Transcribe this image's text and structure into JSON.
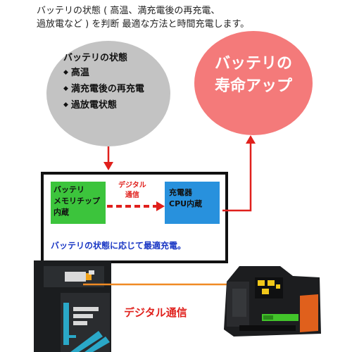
{
  "intro": {
    "line1": "バッテリの状態 ( 高温、満充電後の再充電、",
    "line2": "過放電など ) を判断  最適な方法と時間充電します。"
  },
  "status_circle": {
    "title": "バッテリの状態",
    "items": [
      "高温",
      "満充電後の再充電",
      "過放電状態"
    ]
  },
  "life_circle": {
    "line1": "バッテリの",
    "line2": "寿命アップ"
  },
  "box": {
    "green": {
      "line1": "バッテリ",
      "line2": "メモリチップ",
      "line3": "内蔵"
    },
    "digital": {
      "line1": "デジタル",
      "line2": "通信"
    },
    "blue": {
      "line1": "充電器",
      "line2": "CPU内蔵"
    },
    "caption": "バッテリの状態に応じて最適充電。"
  },
  "bottom_label": "デジタル通信",
  "colors": {
    "red": "#e0201c",
    "orange": "#f08a24",
    "green": "#3cc43c",
    "blue": "#2891dd",
    "pink": "#f47a7a",
    "gray": "#c3c3c3"
  }
}
